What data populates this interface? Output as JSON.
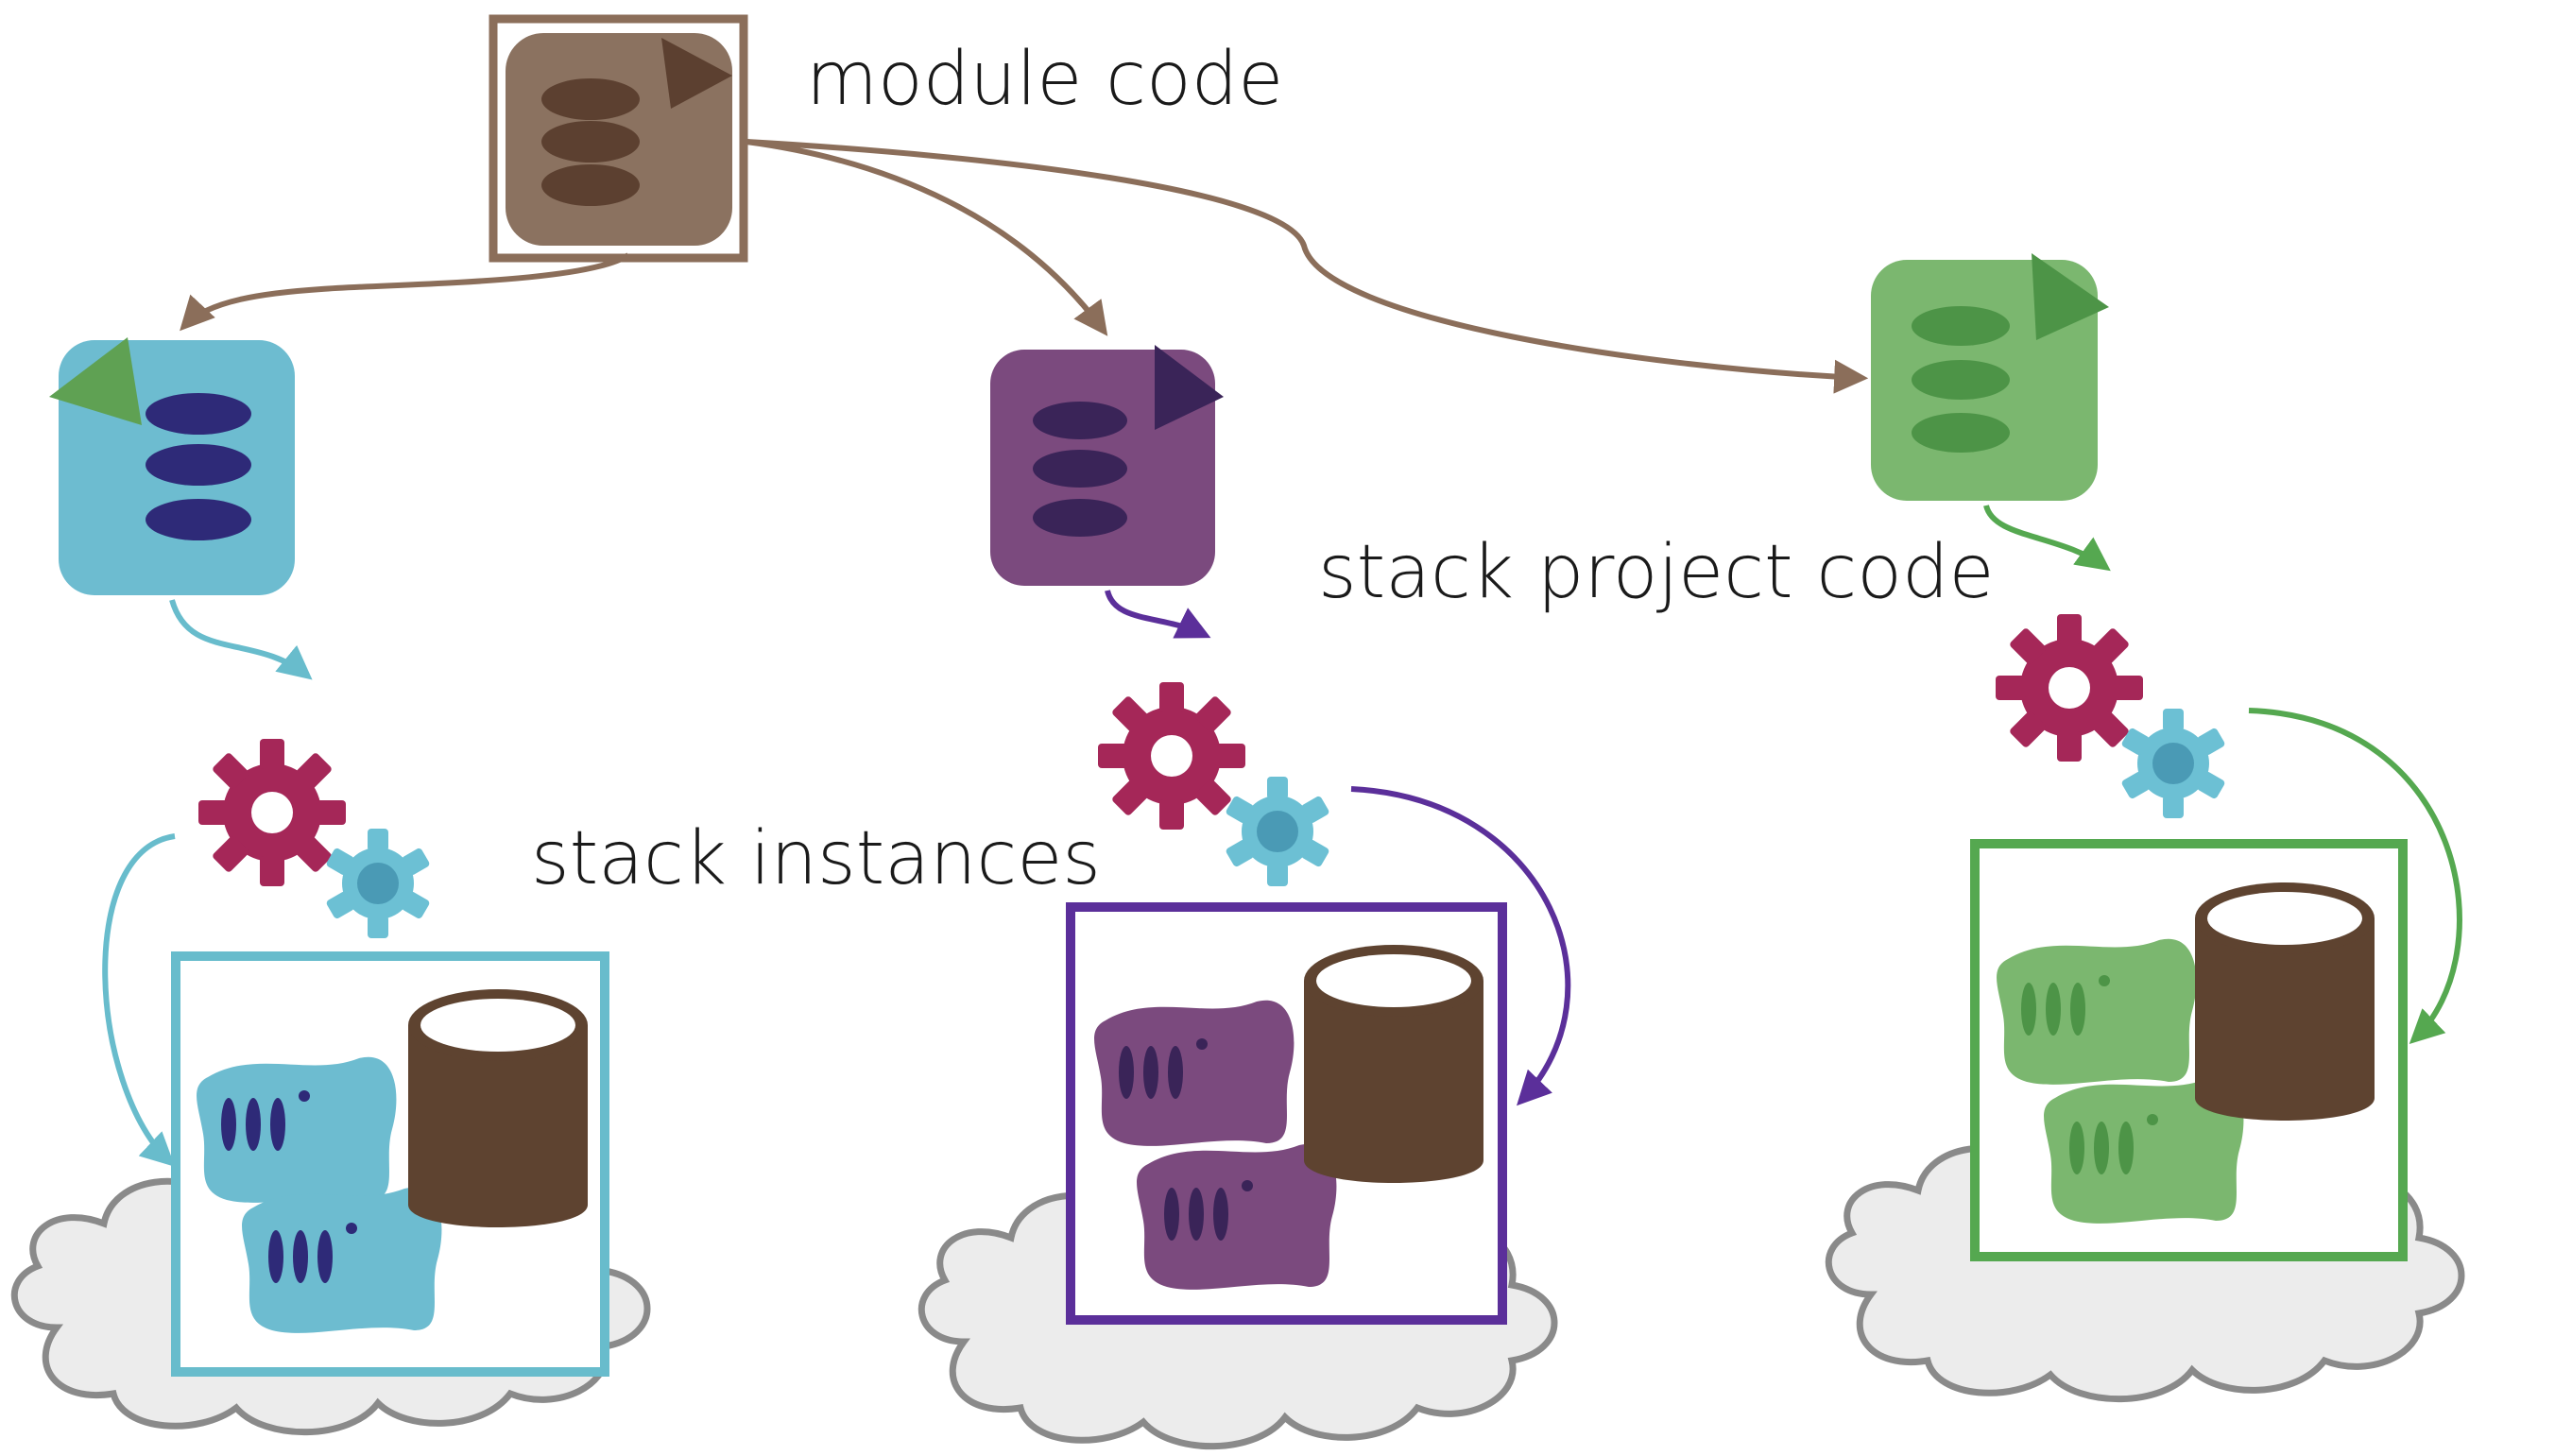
{
  "labels": {
    "module_code": "module code",
    "stack_project_code": "stack project code",
    "stack_instances": "stack instances"
  },
  "colors": {
    "module": "#8b7260",
    "module_border": "#8b6e5a",
    "module_dark": "#5c4030",
    "blue": "#6dbcd0",
    "blue_dark": "#2e2a78",
    "blue_border": "#68bccc",
    "purple": "#7b4a7e",
    "purple_dark": "#3a2458",
    "purple_border": "#5b2f9a",
    "green": "#7bb76f",
    "green_dark": "#4d9447",
    "green_border": "#55a850",
    "gear_red": "#a52758",
    "gear_blue": "#6cc0d4",
    "db_brown": "#5e4330",
    "cloud_fill": "#ececec",
    "cloud_stroke": "#8a8a8a"
  },
  "icons": {
    "module": "module-code-icon",
    "stack_project": "stack-project-icon",
    "deploy": "gears-icon",
    "server": "server-icon",
    "database": "database-icon",
    "cloud": "cloud-icon"
  }
}
